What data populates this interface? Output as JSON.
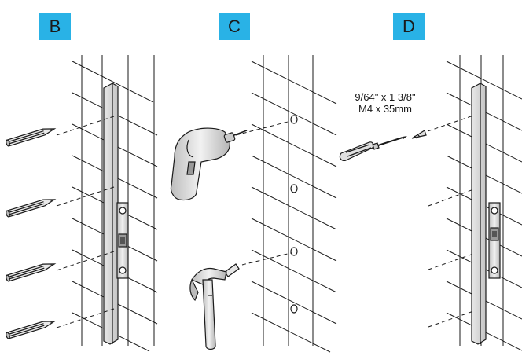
{
  "steps": {
    "b": "B",
    "c": "C",
    "d": "D"
  },
  "screw_spec": {
    "imperial": "9/64\" x 1 3/8\"",
    "metric": "M4 x 35mm"
  },
  "icons": [
    "pencil-icon",
    "drill-icon",
    "hammer-icon",
    "screwdriver-icon",
    "wall-plug-icon",
    "hinge-rail-icon"
  ],
  "colors": {
    "step_badge": "#29b2e6",
    "metal": "#d6d6d6",
    "ink": "#1a1a1a"
  }
}
